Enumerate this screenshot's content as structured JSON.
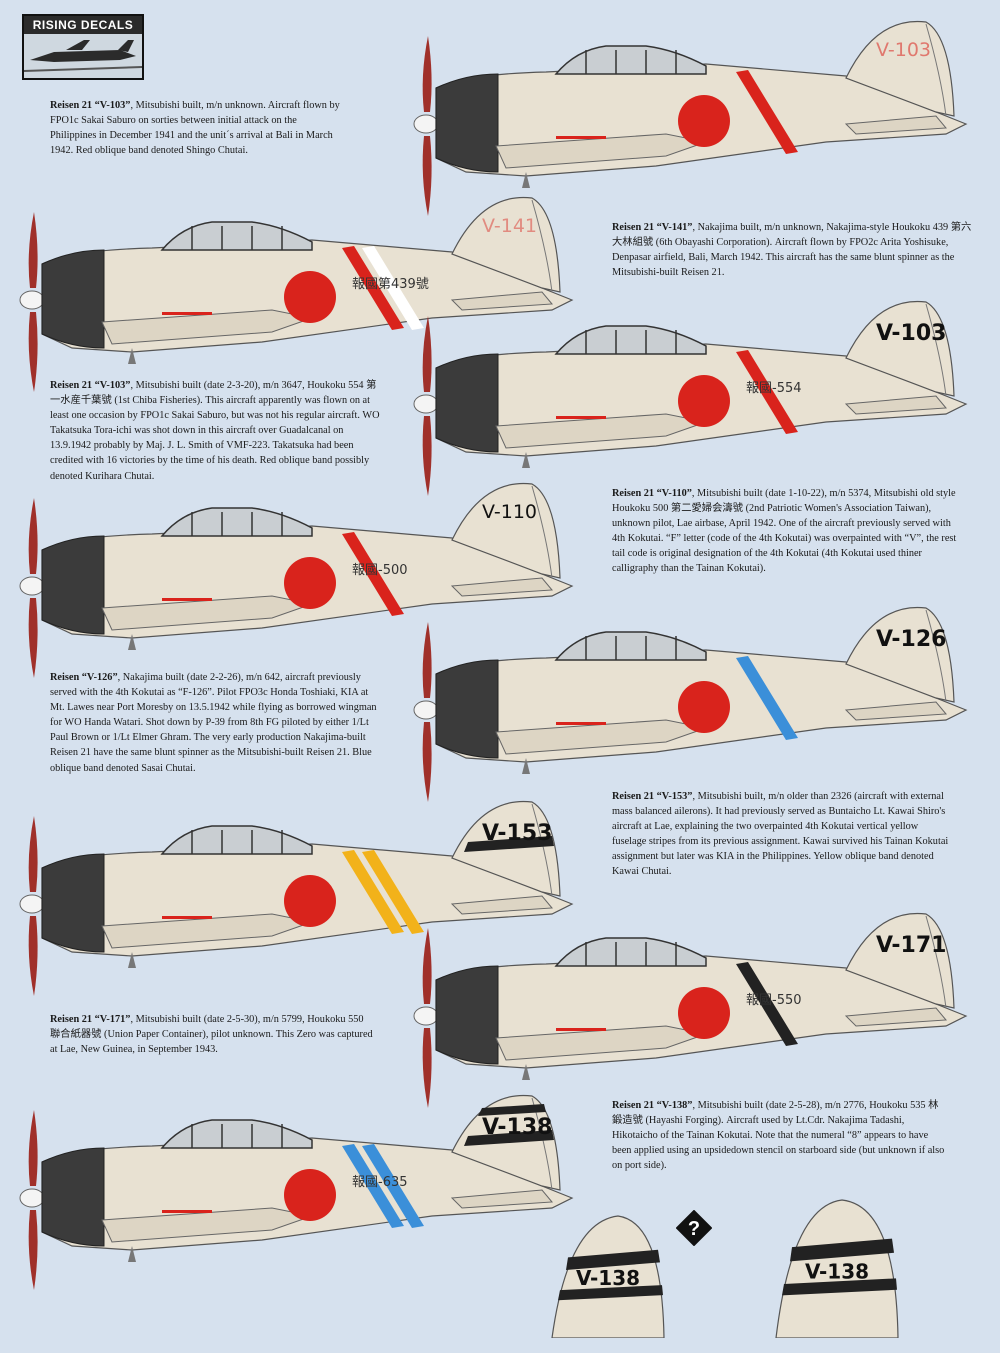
{
  "brand": {
    "name": "RISING DECALS"
  },
  "colors": {
    "background": "#d6e1ee",
    "airframe": "#e8e1d2",
    "cowling": "#3b3b3b",
    "hinomaru": "#d9231c",
    "band_red": "#d9231c",
    "band_blue": "#3b8fd9",
    "band_yellow": "#f2b21a",
    "band_black": "#222222",
    "prop": "#a0302a"
  },
  "aircraft": [
    {
      "id": "p1",
      "tail_code": "V-103",
      "title": "Reisen 21 “V-103”",
      "text": ", Mitsubishi built, m/n unknown. Aircraft flown by FPO1c Sakai Saburo on sorties between initial attack on the Philippines in December 1941 and the unit´s arrival at Bali in March 1942. Red oblique band denoted Shingo Chutai.",
      "hokoku": ""
    },
    {
      "id": "p2",
      "tail_code": "V-141",
      "title": "Reisen 21 “V-141”",
      "text": ", Nakajima built, m/n unknown, Nakajima-style Houkoku 439 第六大林組號 (6th Obayashi Corporation). Aircraft flown by FPO2c Arita Yoshisuke, Denpasar airfield, Bali, March 1942. This aircraft has the same blunt spinner as the Mitsubishi-built Reisen 21.",
      "hokoku": "報國第439號"
    },
    {
      "id": "p3",
      "tail_code": "V-103",
      "title": "Reisen 21 “V-103”",
      "text": ", Mitsubishi built (date 2-3-20), m/n 3647, Houkoku 554 第一水産千葉號 (1st Chiba Fisheries). This aircraft apparently was flown on at least one occasion by FPO1c Sakai Saburo, but was not his regular aircraft. WO Takatsuka Tora-ichi was shot down in this aircraft over Guadalcanal on 13.9.1942 probably by Maj. J. L. Smith of VMF-223. Takatsuka had been credited with 16 victories by the time of his death. Red oblique band possibly denoted Kurihara Chutai.",
      "hokoku": "報國-554"
    },
    {
      "id": "p4",
      "tail_code": "V-110",
      "title": "Reisen 21 “V-110”",
      "text": ", Mitsubishi built (date 1-10-22), m/n 5374, Mitsubishi old style Houkoku 500 第二愛婦会濤號 (2nd Patriotic Women's Association Taiwan), unknown pilot, Lae airbase, April 1942. One of the aircraft previously served with 4th Kokutai. “F” letter (code of the 4th Kokutai) was overpainted with “V”, the rest tail code is original designation of the 4th Kokutai (4th Kokutai used thiner calligraphy than the Tainan Kokutai).",
      "hokoku": "報國-500"
    },
    {
      "id": "p5",
      "tail_code": "V-126",
      "title": "Reisen “V-126”",
      "text": ", Nakajima built (date 2-2-26), m/n 642, aircraft previously served with the 4th Kokutai as “F-126”. Pilot FPO3c Honda Toshiaki, KIA at Mt. Lawes near Port Moresby on 13.5.1942 while flying as borrowed wingman for WO Handa Watari. Shot down by P-39 from 8th FG piloted by either 1/Lt Paul Brown or 1/Lt Elmer Ghram. The very early production Nakajima-built Reisen 21 have the same blunt spinner as the Mitsubishi-built Reisen 21. Blue oblique band denoted Sasai Chutai.",
      "hokoku": ""
    },
    {
      "id": "p6",
      "tail_code": "V-153",
      "title": "Reisen 21 “V-153”",
      "text": ", Mitsubishi built, m/n older than 2326 (aircraft with external mass balanced ailerons). It had previously served as Buntaicho Lt. Kawai Shiro's aircraft at Lae, explaining the two overpainted 4th Kokutai vertical yellow fuselage stripes from its previous assignment. Kawai survived his Tainan Kokutai assignment but later was KIA in the Philippines. Yellow oblique band denoted Kawai Chutai.",
      "hokoku": ""
    },
    {
      "id": "p7",
      "tail_code": "V-171",
      "title": "Reisen 21 “V-171”",
      "text": ", Mitsubishi built (date 2-5-30), m/n 5799, Houkoku 550 聯合紙器號 (Union Paper Container), pilot unknown. This Zero was captured at Lae, New Guinea, in September 1943.",
      "hokoku": "報國-550"
    },
    {
      "id": "p8",
      "tail_code": "V-138",
      "title": "Reisen 21 “V-138”",
      "text": ", Mitsubishi built (date 2-5-28), m/n 2776, Houkoku 535 林鍛造號 (Hayashi Forging). Aircraft used by Lt.Cdr. Nakajima Tadashi, Hikotaicho of the Tainan Kokutai. Note that the numeral “8” appears to have been applied using an upsidedown stencil on starboard side (but unknown if also on port side).",
      "hokoku": "報國-635"
    }
  ],
  "tail_variants": [
    "V-138",
    "V-138"
  ],
  "unknown_marker": "?"
}
